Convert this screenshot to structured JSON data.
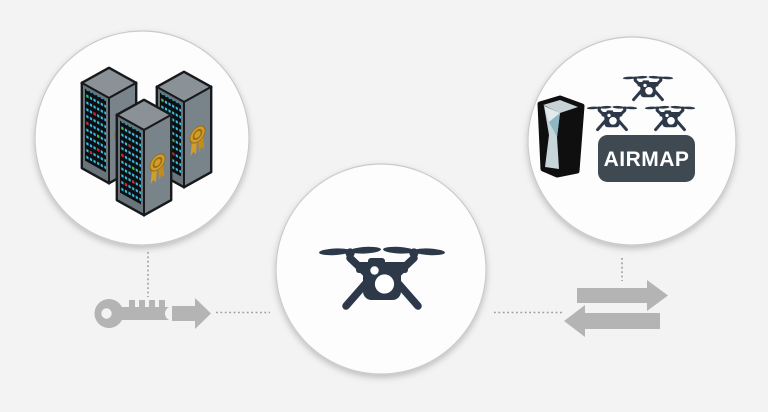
{
  "canvas": {
    "background_color": "#f3f3f4",
    "node_fill": "#fdfdfe",
    "node_border": "#c9cacd"
  },
  "nodes": {
    "certified_servers": {
      "name": "certified-server-cluster",
      "icon": "server-rack-certified-icon",
      "server_count": 3,
      "ribbon_icon": "certificate-ribbon-icon"
    },
    "drone": {
      "name": "drone",
      "icon": "drone-icon"
    },
    "airmap": {
      "name": "airmap-platform",
      "icon": "airmap-tower-icon",
      "fleet_icon": "drone-fleet-icon",
      "fleet_count": 3,
      "badge_label": "AIRMAP",
      "badge_color": "#3e4951",
      "badge_text_color": "#ffffff"
    }
  },
  "connectors": {
    "key_arrow": {
      "icon": "key-icon",
      "arrow_icon": "arrow-right-icon",
      "direction": "right",
      "color": "#b4b4b4"
    },
    "exchange_arrows": {
      "icons": [
        "arrow-right-icon",
        "arrow-left-icon"
      ],
      "color": "#b4b4b4"
    },
    "dotted_line_color": "#9e9e9e"
  },
  "palette": {
    "drone_navy": "#2d3849",
    "server_top": "#8a9298",
    "server_front": "#6a747b",
    "server_side": "#79838a",
    "server_panel": "#0d0e10",
    "led_cyan": "#3ac0e6",
    "led_red": "#dd1f2e",
    "led_green": "#43bf43",
    "ribbon_gold": "#d39d2a",
    "tower_teal": "#8fb7c3",
    "tower_light": "#c5d5da"
  }
}
